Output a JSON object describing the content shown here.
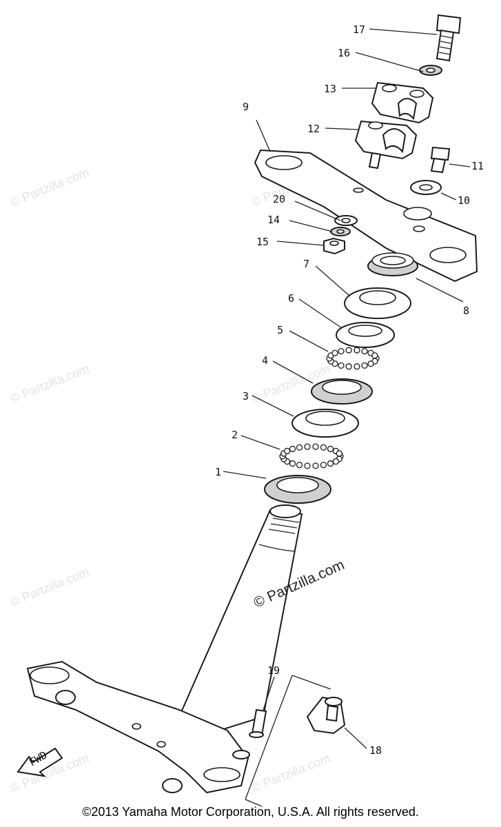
{
  "diagram": {
    "callouts": [
      {
        "id": "17",
        "label": "17"
      },
      {
        "id": "16",
        "label": "16"
      },
      {
        "id": "13",
        "label": "13"
      },
      {
        "id": "12",
        "label": "12"
      },
      {
        "id": "9",
        "label": "9"
      },
      {
        "id": "11",
        "label": "11"
      },
      {
        "id": "10",
        "label": "10"
      },
      {
        "id": "20",
        "label": "20"
      },
      {
        "id": "14",
        "label": "14"
      },
      {
        "id": "15",
        "label": "15"
      },
      {
        "id": "7",
        "label": "7"
      },
      {
        "id": "8",
        "label": "8"
      },
      {
        "id": "6",
        "label": "6"
      },
      {
        "id": "5",
        "label": "5"
      },
      {
        "id": "4",
        "label": "4"
      },
      {
        "id": "3",
        "label": "3"
      },
      {
        "id": "2",
        "label": "2"
      },
      {
        "id": "1",
        "label": "1"
      },
      {
        "id": "19",
        "label": "19"
      },
      {
        "id": "18",
        "label": "18"
      }
    ],
    "fwd_label": "FWD",
    "watermark_main": "© Partzilla.com",
    "watermark_faint": "© Partzilla.com"
  },
  "footer": {
    "copyright": "©2013 Yamaha Motor Corporation, U.S.A. All rights reserved."
  }
}
